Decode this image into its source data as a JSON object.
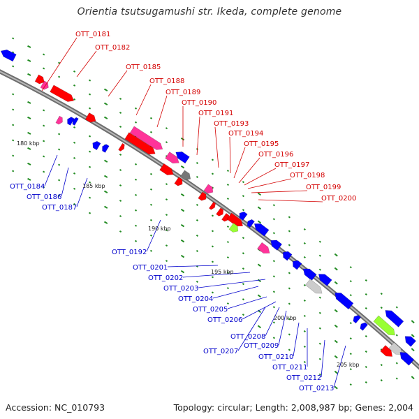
{
  "title": "Orientia tsutsugamushi str. Ikeda, complete genome",
  "footer": {
    "accession": "Accession: NC_010793",
    "topology": "Topology: circular; Length: 2,008,987 bp; Genes: 2,004"
  },
  "colors": {
    "forward_label": "#d40000",
    "reverse_label": "#0000cc",
    "backbone": "#8a8a8a",
    "forward_gene": "#ff0000",
    "reverse_gene": "#0000ff",
    "rna_gene": "#ff3399",
    "pseudo_gene": "#777777",
    "light_gene": "#cccccc",
    "other_gene": "#99ff33",
    "tick": "#228b22"
  },
  "scale_labels": [
    "180 kbp",
    "185 kbp",
    "190 kbp",
    "195 kbp",
    "200 kbp",
    "205 kbp"
  ],
  "forward_labels": [
    "OTT_0181",
    "OTT_0182",
    "OTT_0185",
    "OTT_0188",
    "OTT_0189",
    "OTT_0190",
    "OTT_0191",
    "OTT_0193",
    "OTT_0194",
    "OTT_0195",
    "OTT_0196",
    "OTT_0197",
    "OTT_0198",
    "OTT_0199",
    "OTT_0200"
  ],
  "reverse_labels": [
    "OTT_0184",
    "OTT_0186",
    "OTT_0187",
    "OTT_0192",
    "OTT_0201",
    "OTT_0202",
    "OTT_0203",
    "OTT_0204",
    "OTT_0205",
    "OTT_0206",
    "OTT_0207",
    "OTT_0208",
    "OTT_0209",
    "OTT_0210",
    "OTT_0211",
    "OTT_0212",
    "OTT_0213"
  ]
}
